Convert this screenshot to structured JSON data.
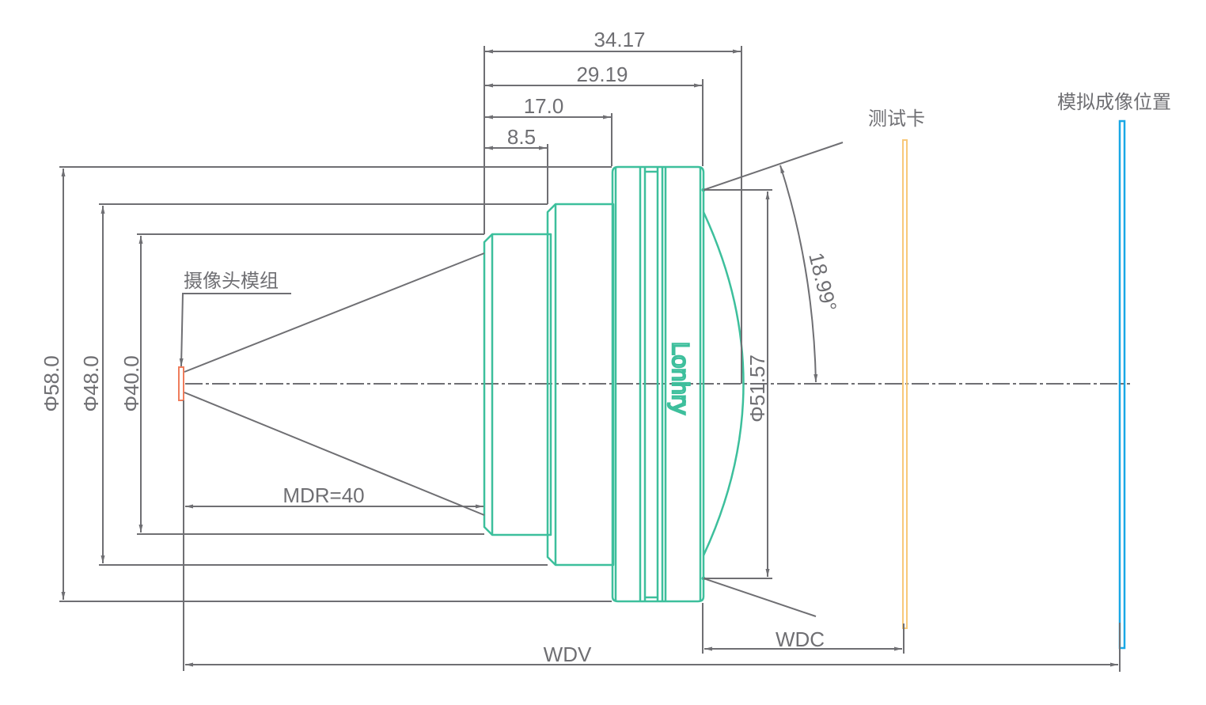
{
  "drawing": {
    "colors": {
      "dimension_line": "#6f6f73",
      "lens_outline": "#3dbf9c",
      "sensor": "#ef7d5c",
      "test_card": "#f8c97a",
      "image_plane": "#19a8e6"
    },
    "labels": {
      "camera_module": "摄像头模组",
      "test_card": "测试卡",
      "simulated_image_position": "模拟成像位置",
      "brand": "Lonhry",
      "mdr": "MDR=40",
      "wdc": "WDC",
      "wdv": "WDV"
    },
    "horizontal_dims": {
      "overall_length": "34.17",
      "body_length": "29.19",
      "flange_to_ring": "17.0",
      "first_step": "8.5"
    },
    "diameter_dims": {
      "d58": "Φ58.0",
      "d48": "Φ48.0",
      "d40": "Φ40.0",
      "front_lens": "Φ51.57"
    },
    "angle": "18.99°"
  }
}
